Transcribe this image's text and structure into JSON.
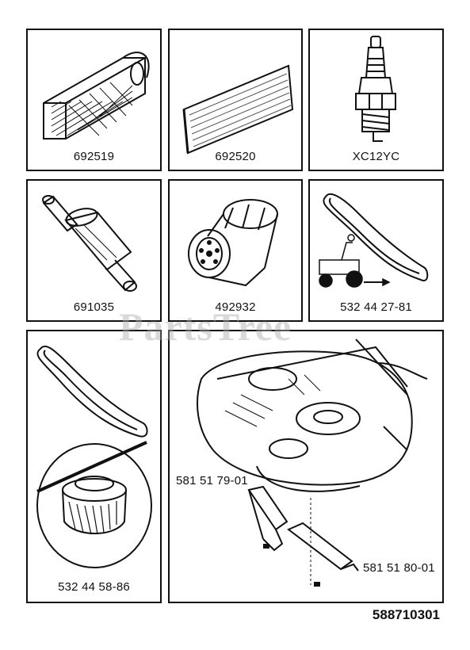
{
  "parts": [
    {
      "id": "air-filter",
      "label": "692519"
    },
    {
      "id": "pre-filter",
      "label": "692520"
    },
    {
      "id": "spark-plug",
      "label": "XC12YC"
    },
    {
      "id": "fuel-filter",
      "label": "691035"
    },
    {
      "id": "oil-filter",
      "label": "492932"
    },
    {
      "id": "drive-belt",
      "label": "532 44 27-81"
    },
    {
      "id": "deck-belt-pulley",
      "label": "532 44 58-86"
    }
  ],
  "deck": {
    "blade_left_label": "581 51 79-01",
    "blade_right_label": "581 51 80-01"
  },
  "watermark": "PartsTree",
  "document_number": "588710301"
}
